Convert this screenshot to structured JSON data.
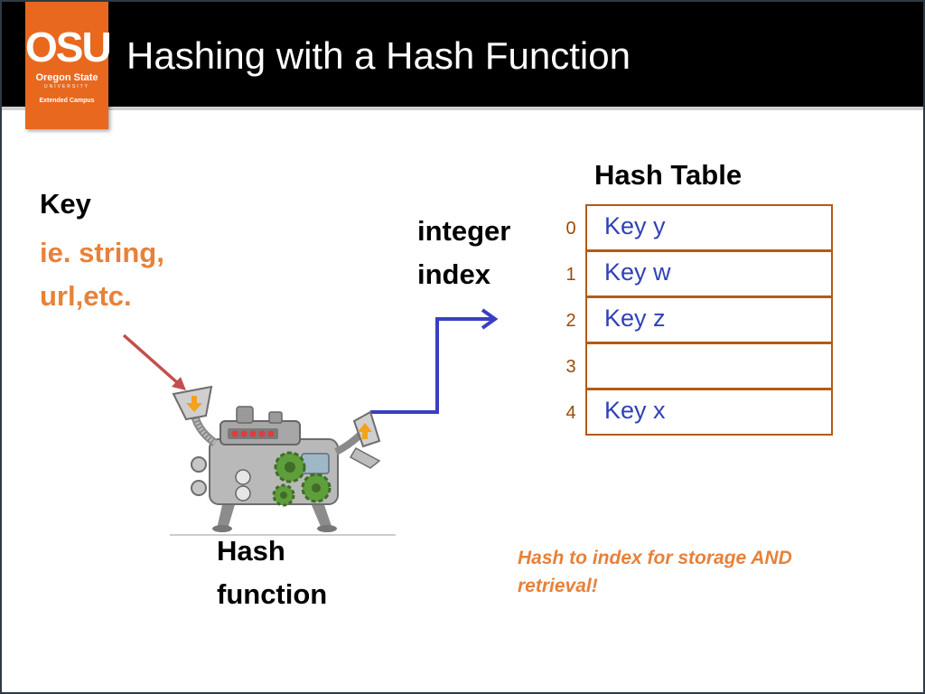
{
  "header": {
    "title": "Hashing with a Hash Function"
  },
  "logo": {
    "mark": "OSU",
    "name": "Oregon State",
    "university": "UNIVERSITY",
    "campus": "Extended Campus"
  },
  "key": {
    "label": "Key",
    "description": "ie. string,\n url,etc."
  },
  "integer_index": "integer index",
  "hash_function": "Hash function",
  "hash_table": {
    "title": "Hash Table",
    "rows": [
      {
        "index": "0",
        "value": "Key y"
      },
      {
        "index": "1",
        "value": "Key w"
      },
      {
        "index": "2",
        "value": "Key z"
      },
      {
        "index": "3",
        "value": ""
      },
      {
        "index": "4",
        "value": "Key x"
      }
    ]
  },
  "note": "Hash to index for storage AND retrieval!",
  "colors": {
    "brand_orange": "#e8681e",
    "key_text": "#e8813a",
    "table_border": "#b55a12",
    "table_text": "#2f42b8",
    "arrow_blue": "#3a3fc0",
    "arrow_red": "#c0504d"
  },
  "icons": [
    "hash-machine-icon",
    "gear-icon",
    "funnel-icon"
  ]
}
